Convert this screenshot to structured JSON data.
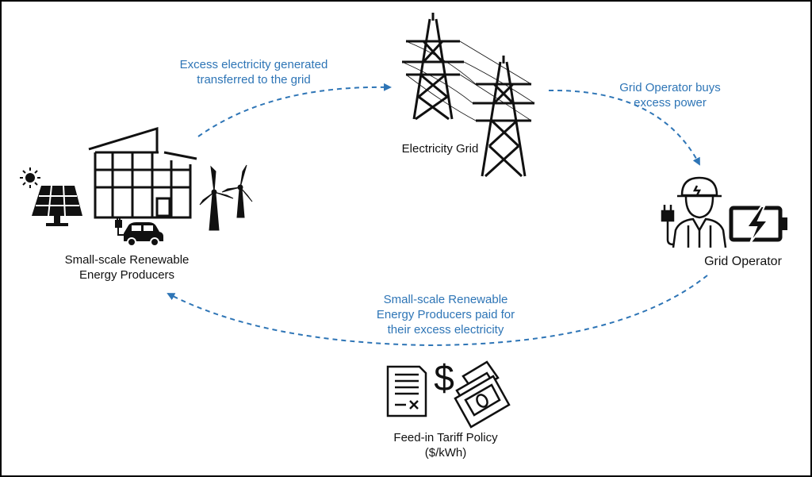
{
  "colors": {
    "flow": "#2e75b6",
    "ink": "#111111"
  },
  "nodes": {
    "producers": {
      "line1": "Small-scale Renewable",
      "line2": "Energy Producers"
    },
    "grid": {
      "label": "Electricity Grid"
    },
    "operator": {
      "label": "Grid Operator"
    },
    "policy": {
      "line1": "Feed-in Tariff Policy",
      "line2": "($/kWh)"
    }
  },
  "flows": {
    "to_grid": {
      "line1": "Excess electricity generated",
      "line2": "transferred to the grid"
    },
    "to_operator": {
      "line1": "Grid Operator buys",
      "line2": "excess power"
    },
    "to_producers": {
      "line1": "Small-scale Renewable",
      "line2": "Energy Producers paid for",
      "line3": "their excess electricity"
    }
  },
  "icons": [
    "sun-icon",
    "solar-panel-icon",
    "factory-icon",
    "electric-car-icon",
    "charging-plug-icon",
    "wind-turbine-icon",
    "transmission-tower-icon",
    "worker-icon",
    "power-plug-icon",
    "battery-icon",
    "contract-icon",
    "dollar-sign-icon",
    "banknotes-icon"
  ]
}
